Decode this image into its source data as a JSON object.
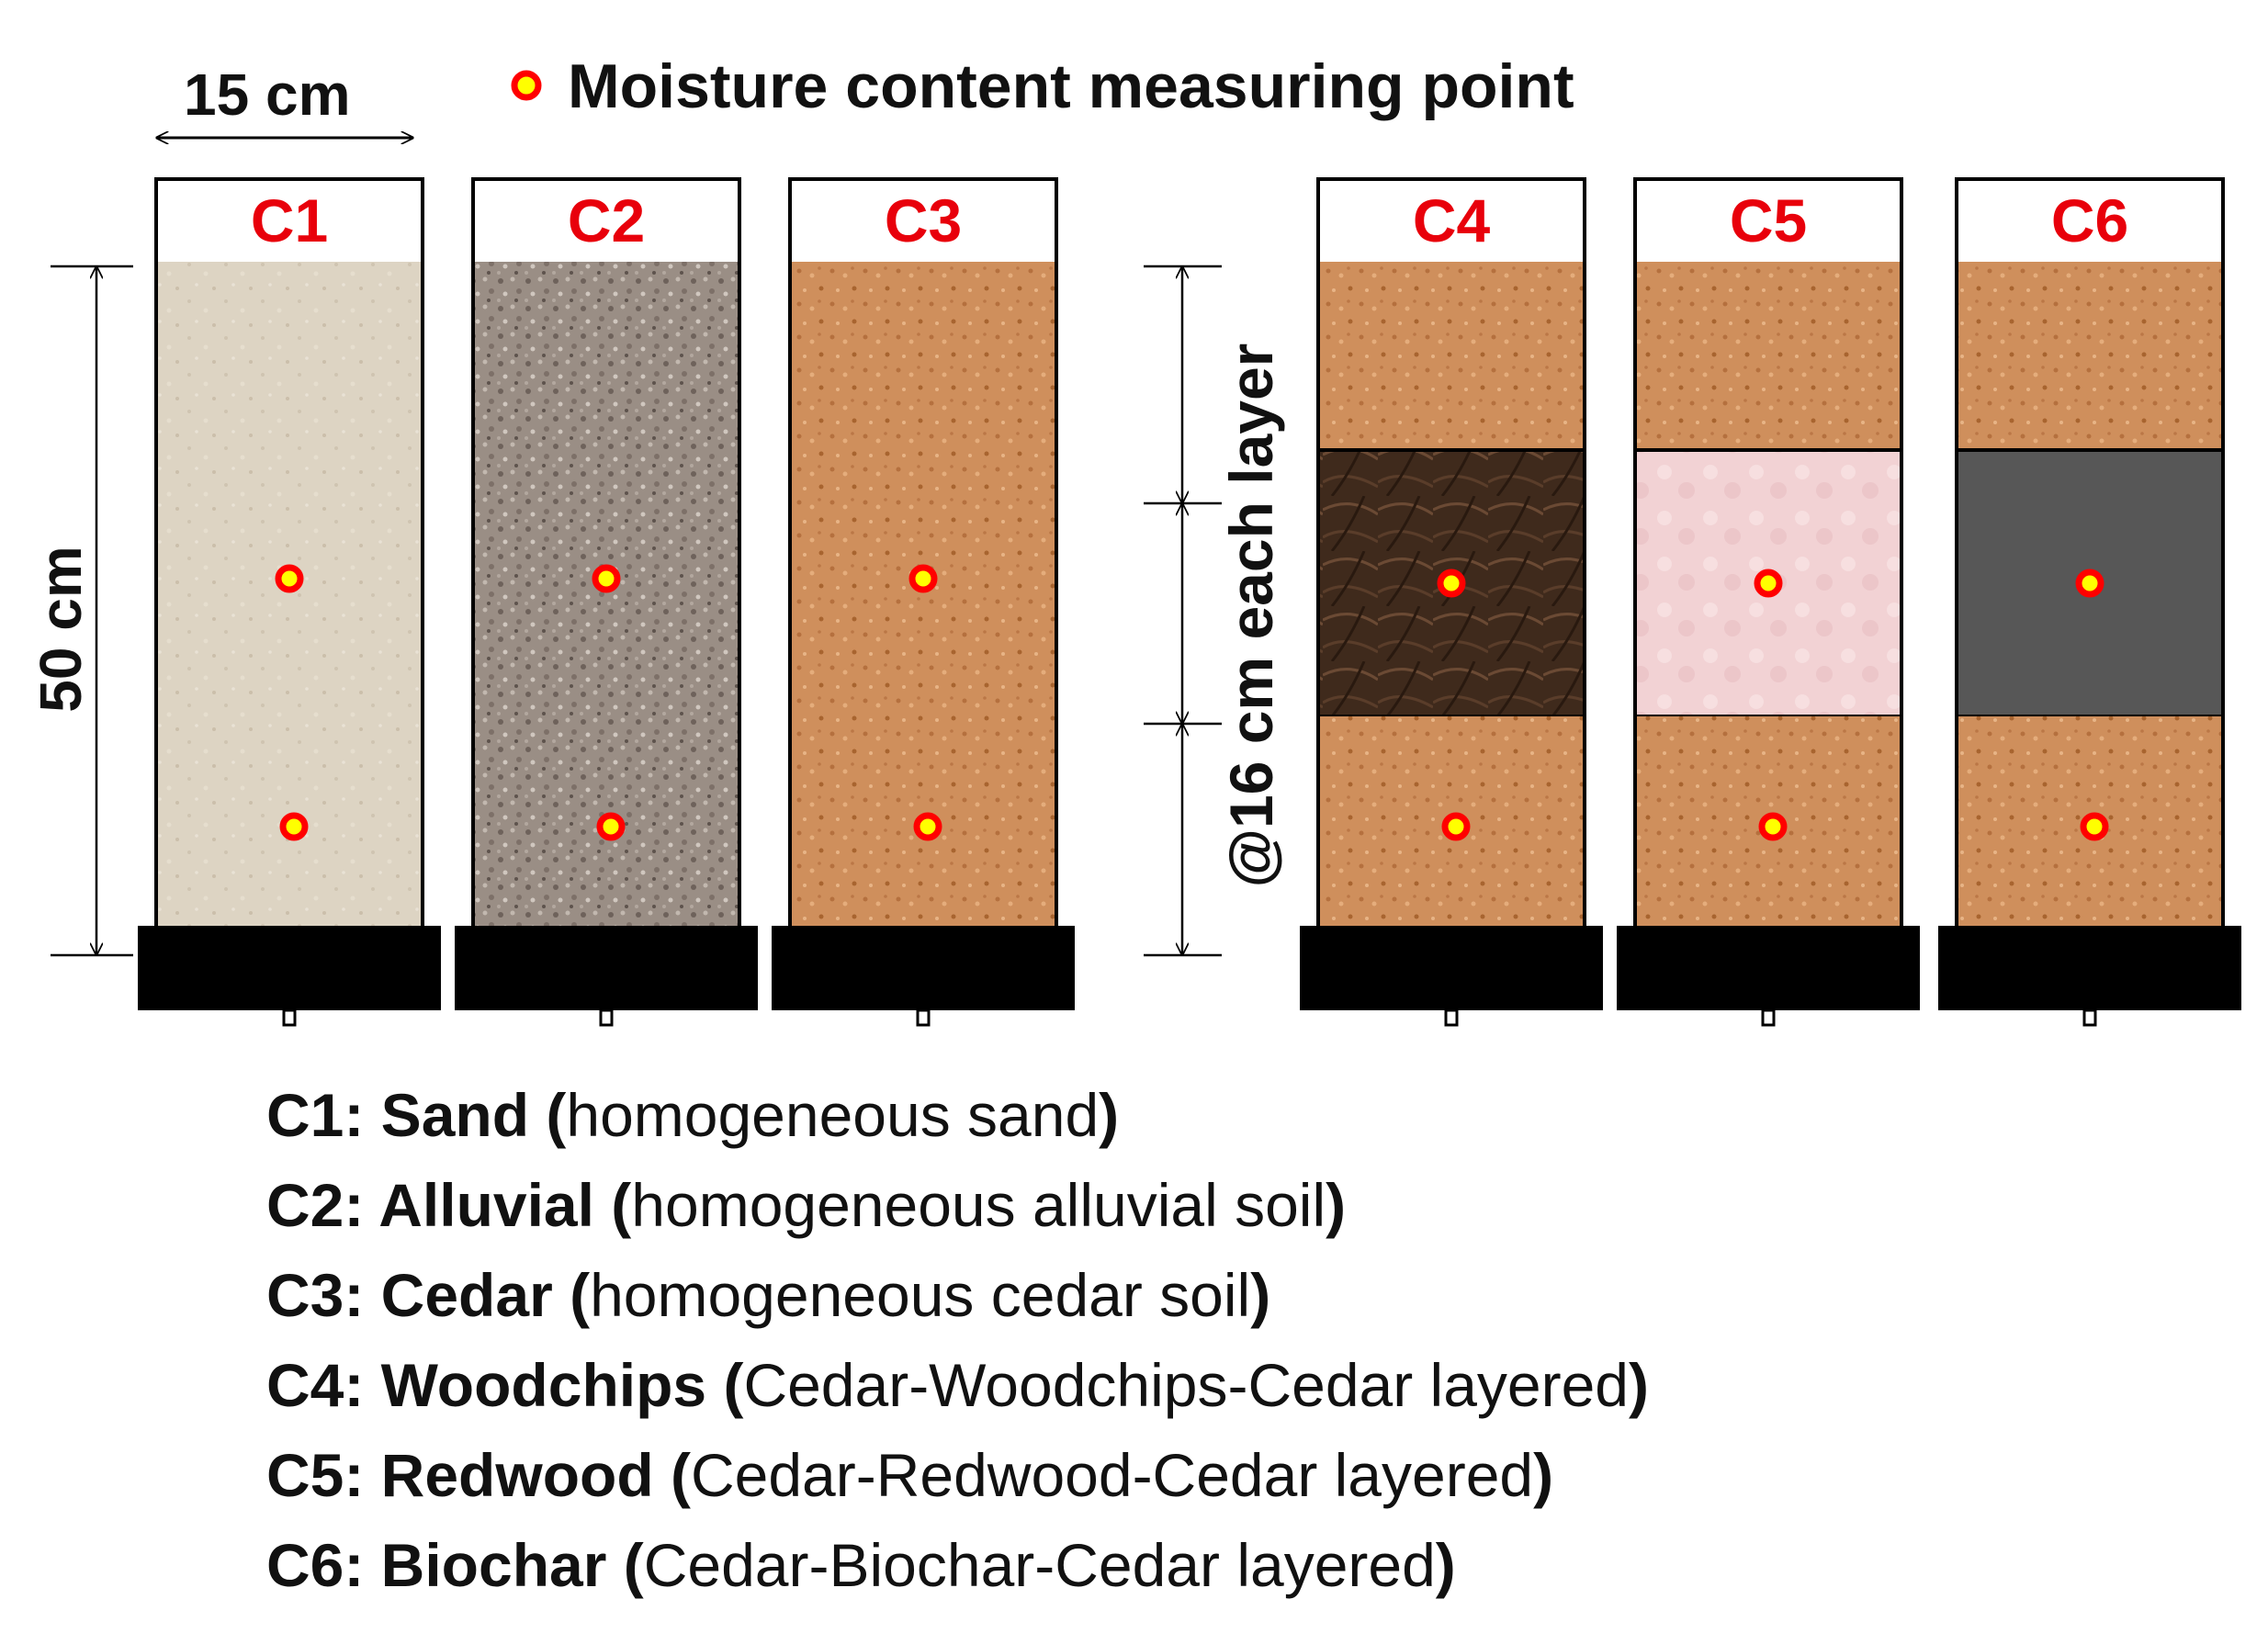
{
  "width_label": "15 cm",
  "height_label": "50 cm",
  "layer_label": "@16 cm each layer",
  "marker_legend": "Moisture content measuring point",
  "colors": {
    "label_red": "#e8000b",
    "marker_fill": "#ffff00",
    "marker_ring": "#ff0000",
    "sand": "#ddd4c3",
    "alluvial": "#9a8e85",
    "cedar": "#cf8f5c",
    "woodchips": "#3f2a1c",
    "redwood": "#f2d2d4",
    "biochar": "#575757",
    "base": "#000000"
  },
  "columns": [
    {
      "id": "C1",
      "material": "sand",
      "layered": false
    },
    {
      "id": "C2",
      "material": "alluvial",
      "layered": false
    },
    {
      "id": "C3",
      "material": "cedar",
      "layered": false
    },
    {
      "id": "C4",
      "material": "woodchips",
      "layered": true
    },
    {
      "id": "C5",
      "material": "redwood",
      "layered": true
    },
    {
      "id": "C6",
      "material": "biochar",
      "layered": true
    }
  ],
  "legend": [
    {
      "code": "C1:",
      "name": "Sand",
      "desc": "homogeneous sand"
    },
    {
      "code": "C2:",
      "name": "Alluvial",
      "desc": "homogeneous alluvial soil"
    },
    {
      "code": "C3:",
      "name": "Cedar",
      "desc": "homogeneous cedar soil"
    },
    {
      "code": "C4:",
      "name": "Woodchips",
      "desc": "Cedar-Woodchips-Cedar layered"
    },
    {
      "code": "C5:",
      "name": "Redwood",
      "desc": "Cedar-Redwood-Cedar layered"
    },
    {
      "code": "C6:",
      "name": "Biochar",
      "desc": "Cedar-Biochar-Cedar layered"
    }
  ]
}
